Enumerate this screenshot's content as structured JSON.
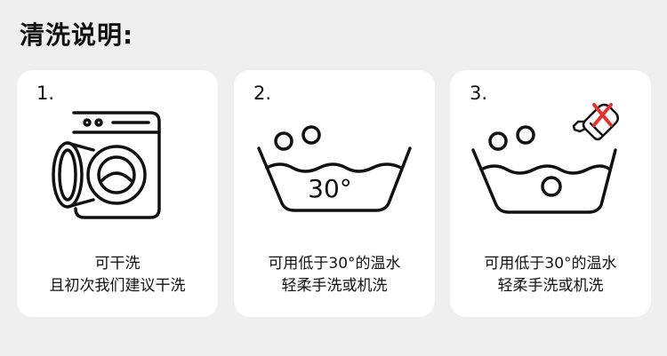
{
  "title": "清洗说明:",
  "cards": [
    {
      "number": "1.",
      "icon": "washing-machine-icon",
      "caption_lines": [
        "可干洗",
        "且初次我们建议干洗"
      ]
    },
    {
      "number": "2.",
      "icon": "wash-basin-30-icon",
      "temperature_label": "30°",
      "caption_lines": [
        "可用低于30°的温水",
        "轻柔手洗或机洗"
      ]
    },
    {
      "number": "3.",
      "icon": "wash-basin-no-bleach-icon",
      "caption_lines": [
        "可用低于30°的温水",
        "轻柔手洗或机洗"
      ]
    }
  ],
  "colors": {
    "background": "#efefef",
    "card": "#ffffff",
    "stroke": "#111111",
    "warning": "#e5322d"
  }
}
